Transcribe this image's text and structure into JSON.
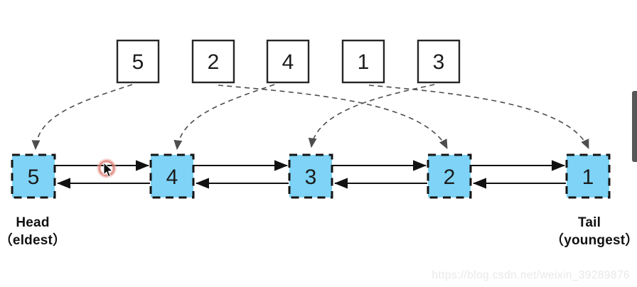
{
  "diagram": {
    "title_hint": "doubly linked list access mapping",
    "access_sequence": [
      "5",
      "2",
      "4",
      "1",
      "3"
    ],
    "list_order": [
      "5",
      "4",
      "3",
      "2",
      "1"
    ],
    "mappings": [
      {
        "from": "5",
        "to": "5"
      },
      {
        "from": "2",
        "to": "2"
      },
      {
        "from": "4",
        "to": "4"
      },
      {
        "from": "1",
        "to": "1"
      },
      {
        "from": "3",
        "to": "3"
      }
    ]
  },
  "labels": {
    "head": "Head",
    "head_sub": "（eldest）",
    "tail": "Tail",
    "tail_sub": "（youngest）"
  },
  "watermark": {
    "text": "https://blog.csdn.net/weixin_39289876"
  },
  "colors": {
    "node_fill": "#7ED3F6",
    "node_stroke": "#141414",
    "box_stroke": "#262626",
    "line": "#111111",
    "curve": "#4d4d4d",
    "text": "#1b1b1b",
    "scrollbar": "#575757",
    "watermark": "#e9e9e9",
    "cursor_ring": "#dd7b70",
    "cursor_ring_glow": "#f0b5ae"
  }
}
